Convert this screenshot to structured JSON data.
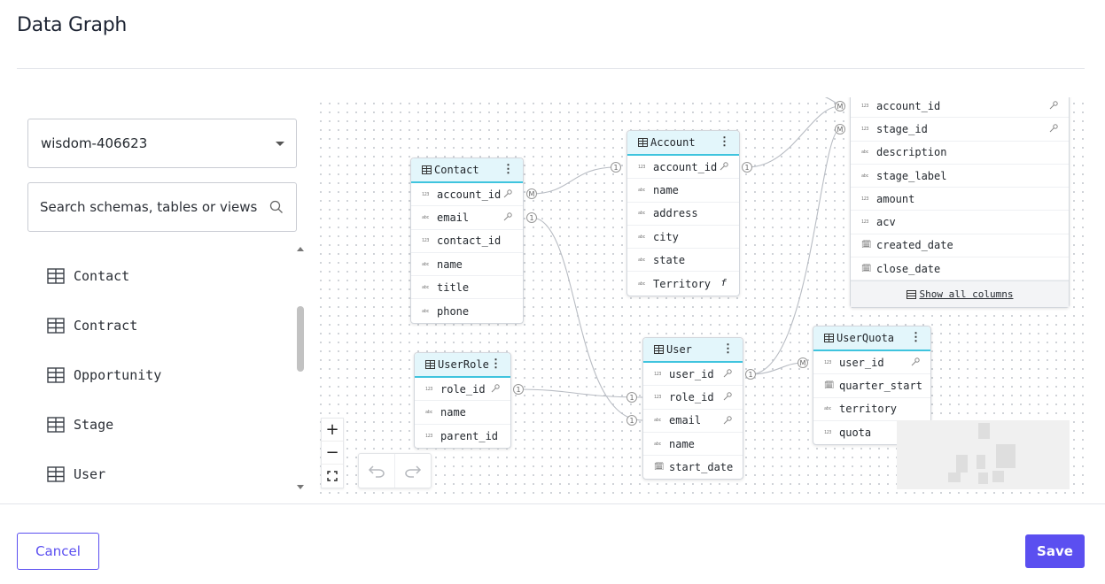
{
  "dialog": {
    "title": "Data Graph"
  },
  "sidebar": {
    "project_select": {
      "value": "wisdom-406623"
    },
    "search": {
      "placeholder": "Search schemas, tables or views"
    },
    "tables": [
      {
        "label": "Contact"
      },
      {
        "label": "Contract"
      },
      {
        "label": "Opportunity"
      },
      {
        "label": "Stage"
      },
      {
        "label": "User"
      }
    ]
  },
  "graph": {
    "nodes": {
      "contact": {
        "title": "Contact",
        "columns": [
          {
            "type": "123",
            "name": "account_id",
            "key": true
          },
          {
            "type": "abc",
            "name": "email",
            "key": true
          },
          {
            "type": "123",
            "name": "contact_id"
          },
          {
            "type": "abc",
            "name": "name"
          },
          {
            "type": "abc",
            "name": "title"
          },
          {
            "type": "abc",
            "name": "phone"
          }
        ]
      },
      "account": {
        "title": "Account",
        "columns": [
          {
            "type": "123",
            "name": "account_id",
            "key": true
          },
          {
            "type": "abc",
            "name": "name"
          },
          {
            "type": "abc",
            "name": "address"
          },
          {
            "type": "abc",
            "name": "city"
          },
          {
            "type": "abc",
            "name": "state"
          },
          {
            "type": "abc",
            "name": "Territory",
            "formula": "f"
          }
        ]
      },
      "opportunity": {
        "columns": [
          {
            "type": "123",
            "name": "account_id",
            "key": true
          },
          {
            "type": "123",
            "name": "stage_id",
            "key": true
          },
          {
            "type": "abc",
            "name": "description"
          },
          {
            "type": "abc",
            "name": "stage_label"
          },
          {
            "type": "123",
            "name": "amount"
          },
          {
            "type": "123",
            "name": "acv"
          },
          {
            "type": "date",
            "name": "created_date"
          },
          {
            "type": "date",
            "name": "close_date"
          }
        ],
        "show_all_label": "Show all columns"
      },
      "userrole": {
        "title": "UserRole",
        "columns": [
          {
            "type": "123",
            "name": "role_id",
            "key": true
          },
          {
            "type": "abc",
            "name": "name"
          },
          {
            "type": "123",
            "name": "parent_id"
          }
        ]
      },
      "user": {
        "title": "User",
        "columns": [
          {
            "type": "123",
            "name": "user_id",
            "key": true
          },
          {
            "type": "123",
            "name": "role_id",
            "key": true
          },
          {
            "type": "abc",
            "name": "email",
            "key": true
          },
          {
            "type": "abc",
            "name": "name"
          },
          {
            "type": "date",
            "name": "start_date"
          }
        ]
      },
      "userquota": {
        "title": "UserQuota",
        "columns": [
          {
            "type": "123",
            "name": "user_id",
            "key": true
          },
          {
            "type": "date",
            "name": "quarter_start"
          },
          {
            "type": "abc",
            "name": "territory"
          },
          {
            "type": "123",
            "name": "quota"
          }
        ]
      }
    },
    "cardinality": {
      "one": "1",
      "many": "M"
    },
    "controls": {
      "zoom_in": "+",
      "zoom_out": "−"
    }
  },
  "footer": {
    "cancel_label": "Cancel",
    "save_label": "Save"
  },
  "colors": {
    "accent": "#5b4ff0",
    "node_header": "#e3f6fb",
    "node_header_border": "#3fc4de"
  }
}
